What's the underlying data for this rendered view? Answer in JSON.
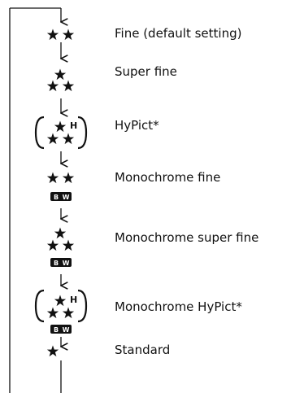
{
  "header": {
    "title": "Image quality setting cycle"
  },
  "modes": [
    {
      "label": "Fine (default setting)",
      "icon": "two-stars-icon"
    },
    {
      "label": "Super fine",
      "icon": "three-stars-icon"
    },
    {
      "label": "HyPict*",
      "icon": "three-stars-h-icon"
    },
    {
      "label": "Monochrome fine",
      "icon": "two-stars-bw-icon"
    },
    {
      "label": "Monochrome super fine",
      "icon": "three-stars-bw-icon"
    },
    {
      "label": "Monochrome HyPict*",
      "icon": "three-stars-h-bw-icon"
    },
    {
      "label": "Standard",
      "icon": "one-star-icon"
    }
  ],
  "badges": {
    "h": "H",
    "bw_b": "B",
    "bw_w": "W"
  },
  "colors": {
    "ink": "#111111",
    "badge_text": "#ffffff"
  }
}
